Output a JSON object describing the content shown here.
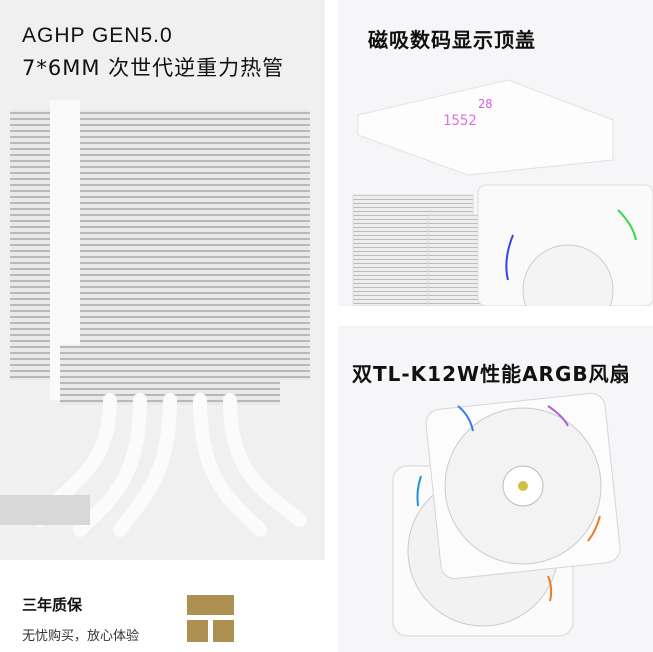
{
  "panel_left": {
    "title_line1": "AGHP GEN5.0",
    "title_line2": "7*6MM 次世代逆重力热管"
  },
  "panel_top_right": {
    "title": "磁吸数码显示顶盖"
  },
  "panel_bottom_right": {
    "title": "双TL-K12W性能ARGB风扇"
  },
  "warranty": {
    "title": "三年质保",
    "subtitle": "无忧购买，放心体验"
  },
  "colors": {
    "gold": "#ad9152",
    "panel_bg": "#f1f0f0"
  }
}
